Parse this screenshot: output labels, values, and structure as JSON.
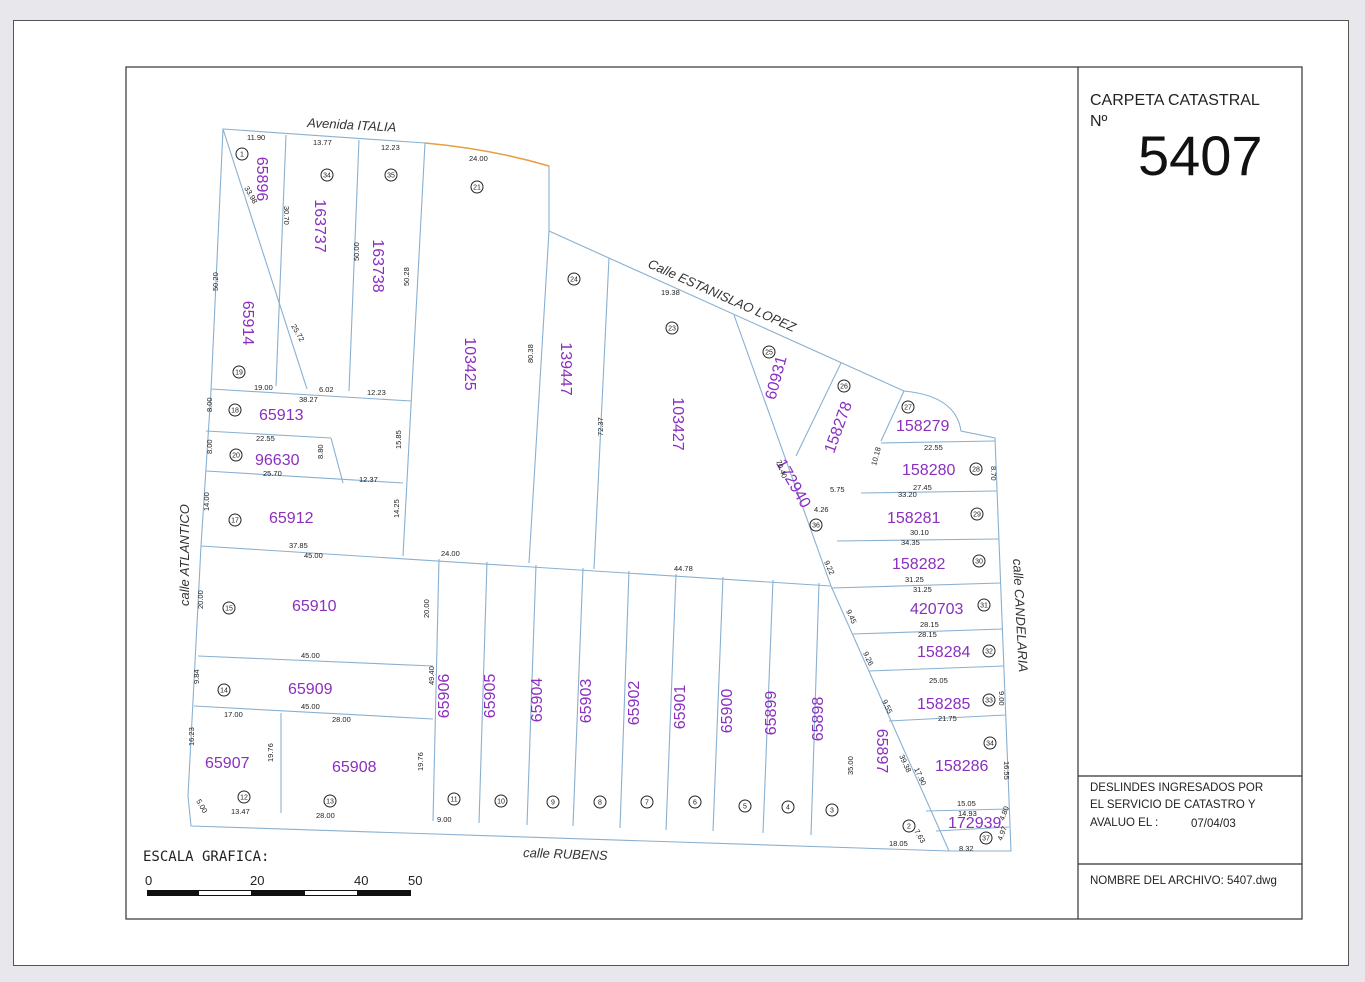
{
  "colors": {
    "parcel_id": "#8a2fbf",
    "lines": "#8ab0d0",
    "frame": "#333333",
    "street_arc": "#e8a040"
  },
  "title_block": {
    "heading": "CARPETA CATASTRAL",
    "number_label": "Nº",
    "folder_number": "5407",
    "deslindes_line1": "DESLINDES INGRESADOS POR",
    "deslindes_line2": "EL SERVICIO DE CATASTRO Y",
    "deslindes_line3": "AVALUO EL :",
    "deslindes_date": "07/04/03",
    "filename": "NOMBRE DEL ARCHIVO: 5407.dwg"
  },
  "scale": {
    "title": "ESCALA GRAFICA:",
    "ticks": [
      "0",
      "20",
      "40",
      "50"
    ]
  },
  "streets": {
    "italia": "Avenida ITALIA",
    "lopez": "Calle ESTANISLAO LOPEZ",
    "atlantico": "calle ATLANTICO",
    "candelaria": "calle CANDELARIA",
    "rubens": "calle RUBENS"
  },
  "parcels": [
    "65896",
    "163737",
    "163738",
    "65914",
    "103425",
    "139447",
    "103427",
    "60931",
    "158278",
    "158279",
    "158280",
    "158281",
    "158282",
    "420703",
    "158284",
    "158285",
    "158286",
    "172939",
    "172940",
    "65913",
    "96630",
    "65912",
    "65910",
    "65909",
    "65907",
    "65908",
    "65906",
    "65905",
    "65904",
    "65903",
    "65902",
    "65901",
    "65900",
    "65899",
    "65898",
    "65897"
  ],
  "lots": [
    "1",
    "34",
    "35",
    "21",
    "24",
    "23",
    "25",
    "26",
    "27",
    "28",
    "29",
    "30",
    "31",
    "32",
    "33",
    "34",
    "37",
    "36",
    "19",
    "18",
    "20",
    "17",
    "15",
    "14",
    "12",
    "13",
    "11",
    "10",
    "9",
    "8",
    "7",
    "6",
    "5",
    "4",
    "3",
    "2"
  ],
  "dimensions": [
    "11.90",
    "13.77",
    "12.23",
    "24.00",
    "19.38",
    "33.98",
    "30.70",
    "50.20",
    "50.00",
    "50.28",
    "25.72",
    "19.00",
    "6.02",
    "12.23",
    "38.27",
    "80.38",
    "72.37",
    "8.00",
    "22.55",
    "8.00",
    "25.70",
    "8.80",
    "12.37",
    "15.85",
    "14.00",
    "14.25",
    "37.85",
    "45.00",
    "24.00",
    "44.78",
    "20.00",
    "20.00",
    "45.00",
    "9.84",
    "45.00",
    "28.00",
    "17.00",
    "19.76",
    "19.76",
    "16.23",
    "13.47",
    "5.00",
    "28.00",
    "9.00",
    "49.40",
    "22.55",
    "27.45",
    "33.20",
    "30.10",
    "34.35",
    "31.25",
    "31.25",
    "28.15",
    "28.15",
    "25.05",
    "21.75",
    "15.05",
    "14.93",
    "8.32",
    "18.05",
    "8.70",
    "9.00",
    "16.55",
    "4.97",
    "4.80",
    "10.18",
    "5.75",
    "4.26",
    "9.22",
    "9.45",
    "9.26",
    "9.55",
    "17.90",
    "39.38",
    "35.00",
    "70.40",
    "7.63"
  ]
}
